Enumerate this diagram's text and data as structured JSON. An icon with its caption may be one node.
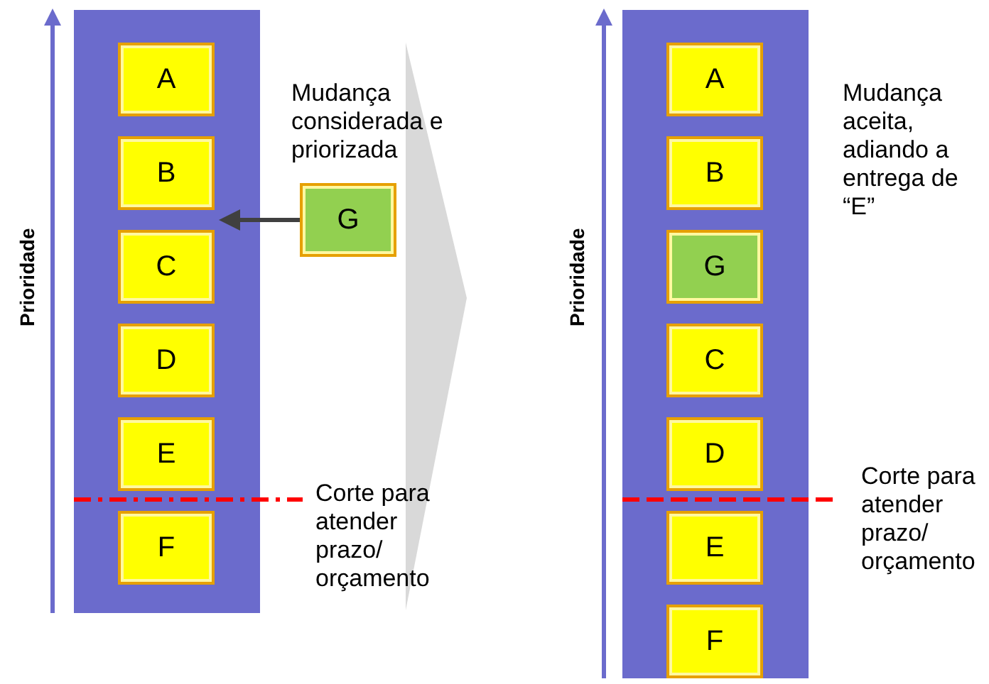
{
  "diagram": {
    "nodes": [
      {
        "text": [],
        "shape": "box"
      },
      {
        "text": [
          "A"
        ],
        "in": 0
      },
      {
        "text": [
          "B"
        ],
        "in": 0
      },
      {
        "text": [
          "C"
        ],
        "in": 0
      },
      {
        "text": [
          "D"
        ],
        "in": 0
      },
      {
        "text": [
          "E"
        ],
        "in": 0
      },
      {
        "text": [
          "F"
        ],
        "in": 0
      },
      {
        "text": [
          "G"
        ]
      },
      {
        "text": [],
        "shape": "box"
      },
      {
        "text": [
          "A"
        ],
        "in": 8
      },
      {
        "text": [
          "B"
        ],
        "in": 8
      },
      {
        "text": [
          "G"
        ],
        "in": 8
      },
      {
        "text": [
          "C"
        ],
        "in": 8
      },
      {
        "text": [
          "D"
        ],
        "in": 8
      },
      {
        "text": [
          "E"
        ],
        "in": 8
      },
      {
        "text": [
          "F"
        ],
        "in": 8
      }
    ],
    "edges": [
      {
        "from": 7,
        "to": 0,
        "arrow": "to"
      },
      {
        "from": 0,
        "to": 8,
        "arrow": "to",
        "style": "thick",
        "color": "#d9d9d9"
      }
    ],
    "labels": [
      "Prioridade",
      "Mudança considerada e priorizada",
      "Corte para atender prazo/ orçamento",
      "Prioridade",
      "Mudança aceita, adiando a entrega de “E”",
      "Corte para atender prazo/ orçamento"
    ]
  }
}
